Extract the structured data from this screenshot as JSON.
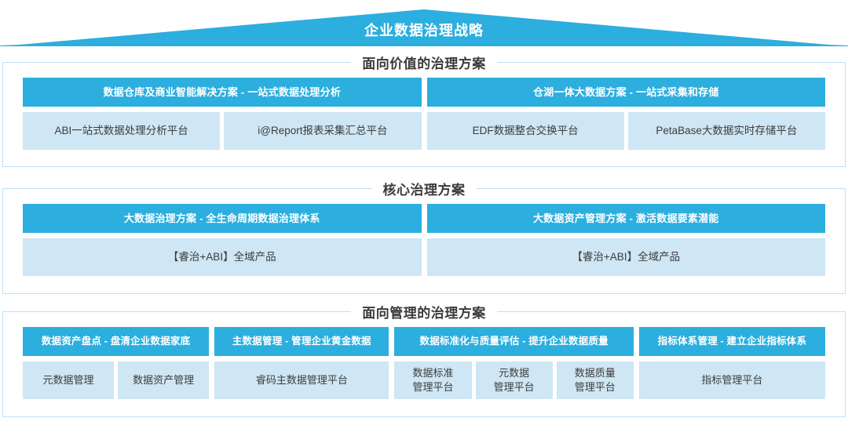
{
  "banner": {
    "title": "企业数据治理战略",
    "color": "#2caede"
  },
  "theme": {
    "header_bar_color": "#2caede",
    "sub_box_color": "#cfe6f4",
    "section_border_color": "#b9e2f5",
    "title_text_color": "#3b3b3b"
  },
  "sections": [
    {
      "title": "面向价值的治理方案",
      "groups": [
        {
          "header": "数据仓库及商业智能解决方案 - 一站式数据处理分析",
          "items": [
            "ABI一站式数据处理分析平台",
            "i@Report报表采集汇总平台"
          ]
        },
        {
          "header": "仓湖一体大数据方案 - 一站式采集和存储",
          "items": [
            "EDF数据整合交换平台",
            "PetaBase大数据实时存储平台"
          ]
        }
      ]
    },
    {
      "title": "核心治理方案",
      "groups": [
        {
          "header": "大数据治理方案 - 全生命周期数据治理体系",
          "items": [
            "【睿治+ABI】全域产品"
          ]
        },
        {
          "header": "大数据资产管理方案 - 激活数据要素潜能",
          "items": [
            "【睿治+ABI】全域产品"
          ]
        }
      ]
    },
    {
      "title": "面向管理的治理方案",
      "groups": [
        {
          "header": "数据资产盘点 - 盘清企业数据家底",
          "items": [
            "元数据管理",
            "数据资产管理"
          ]
        },
        {
          "header": "主数据管理 - 管理企业黄金数据",
          "items": [
            "睿码主数据管理平台"
          ]
        },
        {
          "header": "数据标准化与质量评估 - 提升企业数据质量",
          "items": [
            "数据标准\n管理平台",
            "元数据\n管理平台",
            "数据质量\n管理平台"
          ]
        },
        {
          "header": "指标体系管理 - 建立企业指标体系",
          "items": [
            "指标管理平台"
          ]
        }
      ]
    }
  ]
}
